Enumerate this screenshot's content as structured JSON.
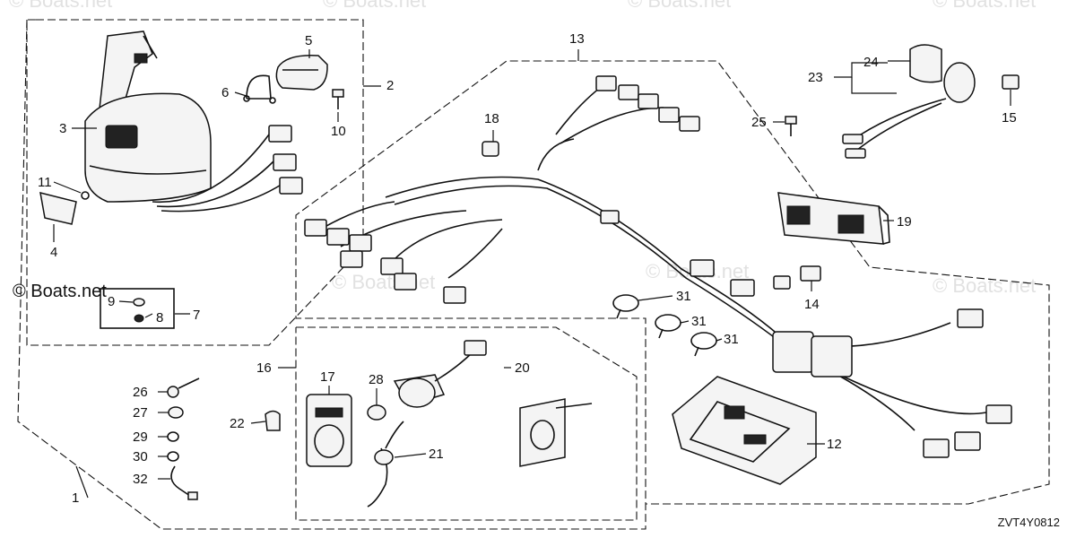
{
  "watermark": "© Boats.net",
  "diagram_code": "ZVT4Y0812",
  "callouts": [
    "1",
    "2",
    "3",
    "4",
    "5",
    "6",
    "7",
    "8",
    "9",
    "10",
    "11",
    "12",
    "13",
    "14",
    "15",
    "16",
    "17",
    "18",
    "19",
    "20",
    "21",
    "22",
    "23",
    "24",
    "25",
    "26",
    "27",
    "28",
    "29",
    "30",
    "31",
    "32"
  ]
}
